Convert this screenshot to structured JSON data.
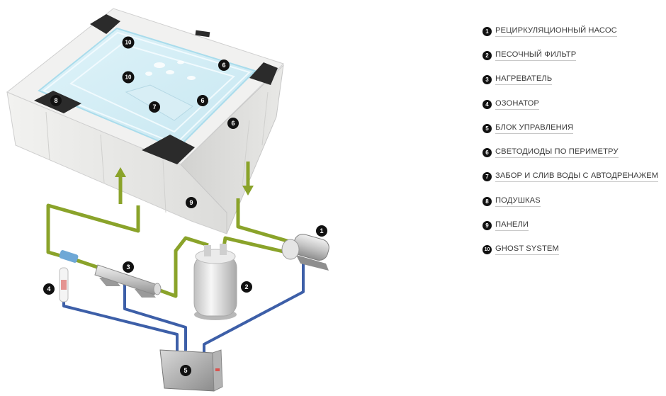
{
  "legend": {
    "items": [
      {
        "num": "1",
        "label": "РЕЦИРКУЛЯЦИОННЫЙ НАСОС"
      },
      {
        "num": "2",
        "label": "ПЕСОЧНЫЙ ФИЛЬТР"
      },
      {
        "num": "3",
        "label": "НАГРЕВАТЕЛЬ"
      },
      {
        "num": "4",
        "label": "ОЗОНАТОР"
      },
      {
        "num": "5",
        "label": "БЛОК УПРАВЛЕНИЯ"
      },
      {
        "num": "6",
        "label": "СВЕТОДИОДЫ ПО ПЕРИМЕТРУ"
      },
      {
        "num": "7",
        "label": "ЗАБОР И СЛИВ ВОДЫ С АВТОДРЕНАЖЕМ"
      },
      {
        "num": "8",
        "label": "ПОДУШКАS"
      },
      {
        "num": "9",
        "label": "ПАНЕЛИ"
      },
      {
        "num": "10",
        "label": "GHOST SYSTEM"
      }
    ]
  },
  "callouts": {
    "pump": "1",
    "sand_filter": "2",
    "heater": "3",
    "ozonator": "4",
    "control_unit": "5",
    "led_1": "6",
    "led_2": "6",
    "led_3": "6",
    "intake": "7",
    "pillow": "8",
    "panels": "9",
    "ghost_1": "10",
    "ghost_2": "10"
  },
  "colors": {
    "water_pipe": "#8aa32a",
    "electric_cable": "#3d5fa8",
    "tub_panel": "#e6e6e4",
    "pillow": "#2b2b2b",
    "led_glow": "#bfe9f7"
  }
}
